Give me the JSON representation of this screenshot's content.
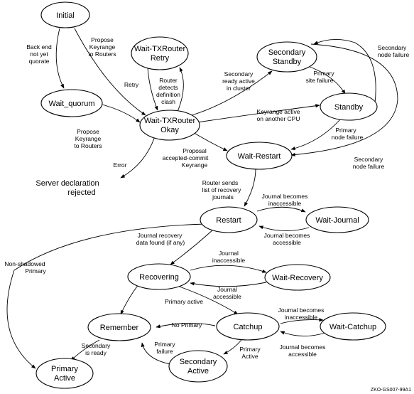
{
  "diagram": {
    "nodes": {
      "initial": "Initial",
      "wait_quorum": "Wait_quorum",
      "wait_txrouter_retry": [
        "Wait-TXRouter",
        "Retry"
      ],
      "wait_txrouter_okay": [
        "Wait-TXRouter",
        "Okay"
      ],
      "secondary_standby": [
        "Secondary",
        "Standby"
      ],
      "standby": "Standby",
      "wait_restart": "Wait-Restart",
      "server_rejected": [
        "Server declaration",
        "rejected"
      ],
      "restart": "Restart",
      "wait_journal": "Wait-Journal",
      "recovering": "Recovering",
      "wait_recovery": "Wait-Recovery",
      "remember": "Remember",
      "catchup": "Catchup",
      "wait_catchup": "Wait-Catchup",
      "secondary_active": [
        "Secondary",
        "Active"
      ],
      "primary_active": [
        "Primary",
        "Active"
      ]
    },
    "edges": {
      "backend_not_quorate": [
        "Back end",
        "not yet",
        "quorate"
      ],
      "propose_keyrange_initial": [
        "Propose",
        "Keyrange",
        "to Routers"
      ],
      "retry": "Retry",
      "router_detects": [
        "Router",
        "detects",
        "definition",
        "clash"
      ],
      "secondary_ready": [
        "Secondary",
        "ready active",
        "in cluster"
      ],
      "primary_site_failure": [
        "Primary",
        "site failure"
      ],
      "secondary_node_failure_top": [
        "Secondary",
        "node failure"
      ],
      "keyrange_active": [
        "Keyrange active",
        "on another CPU"
      ],
      "propose_keyrange_quorum": [
        "Propose",
        "Keyrange",
        "to Routers"
      ],
      "primary_node_failure": [
        "Primary",
        "node failure"
      ],
      "secondary_node_failure_right": [
        "Secondary",
        "node failure"
      ],
      "error": "Error",
      "proposal_accepted": [
        "Proposal",
        "accepted-commit",
        "Keyrange"
      ],
      "router_sends": [
        "Router sends",
        "list of recovery",
        "journals"
      ],
      "journal_inaccessible_restart": [
        "Journal becomes",
        "inaccessible"
      ],
      "journal_accessible_restart": [
        "Journal becomes",
        "accessible"
      ],
      "journal_recovery_found": [
        "Journal recovery",
        "data found (if any)"
      ],
      "non_shadowed_primary": [
        "Non-shadowed",
        "Primary"
      ],
      "journal_inaccessible_recovering": [
        "Journal",
        "inaccessible"
      ],
      "journal_accessible_recovering": [
        "Journal",
        "accessible"
      ],
      "primary_active_edge": "Primary active",
      "no_primary": "No Primary",
      "journal_inaccessible_catchup": [
        "Journal becomes",
        "inaccessible"
      ],
      "journal_accessible_catchup": [
        "Journal becomes",
        "accessible"
      ],
      "secondary_is_ready": [
        "Secondary",
        "is ready"
      ],
      "primary_failure": [
        "Primary",
        "failure"
      ],
      "primary_active_catchup": [
        "Primary",
        "Active"
      ]
    },
    "figure_code": "ZKO-GS007-99A1"
  }
}
